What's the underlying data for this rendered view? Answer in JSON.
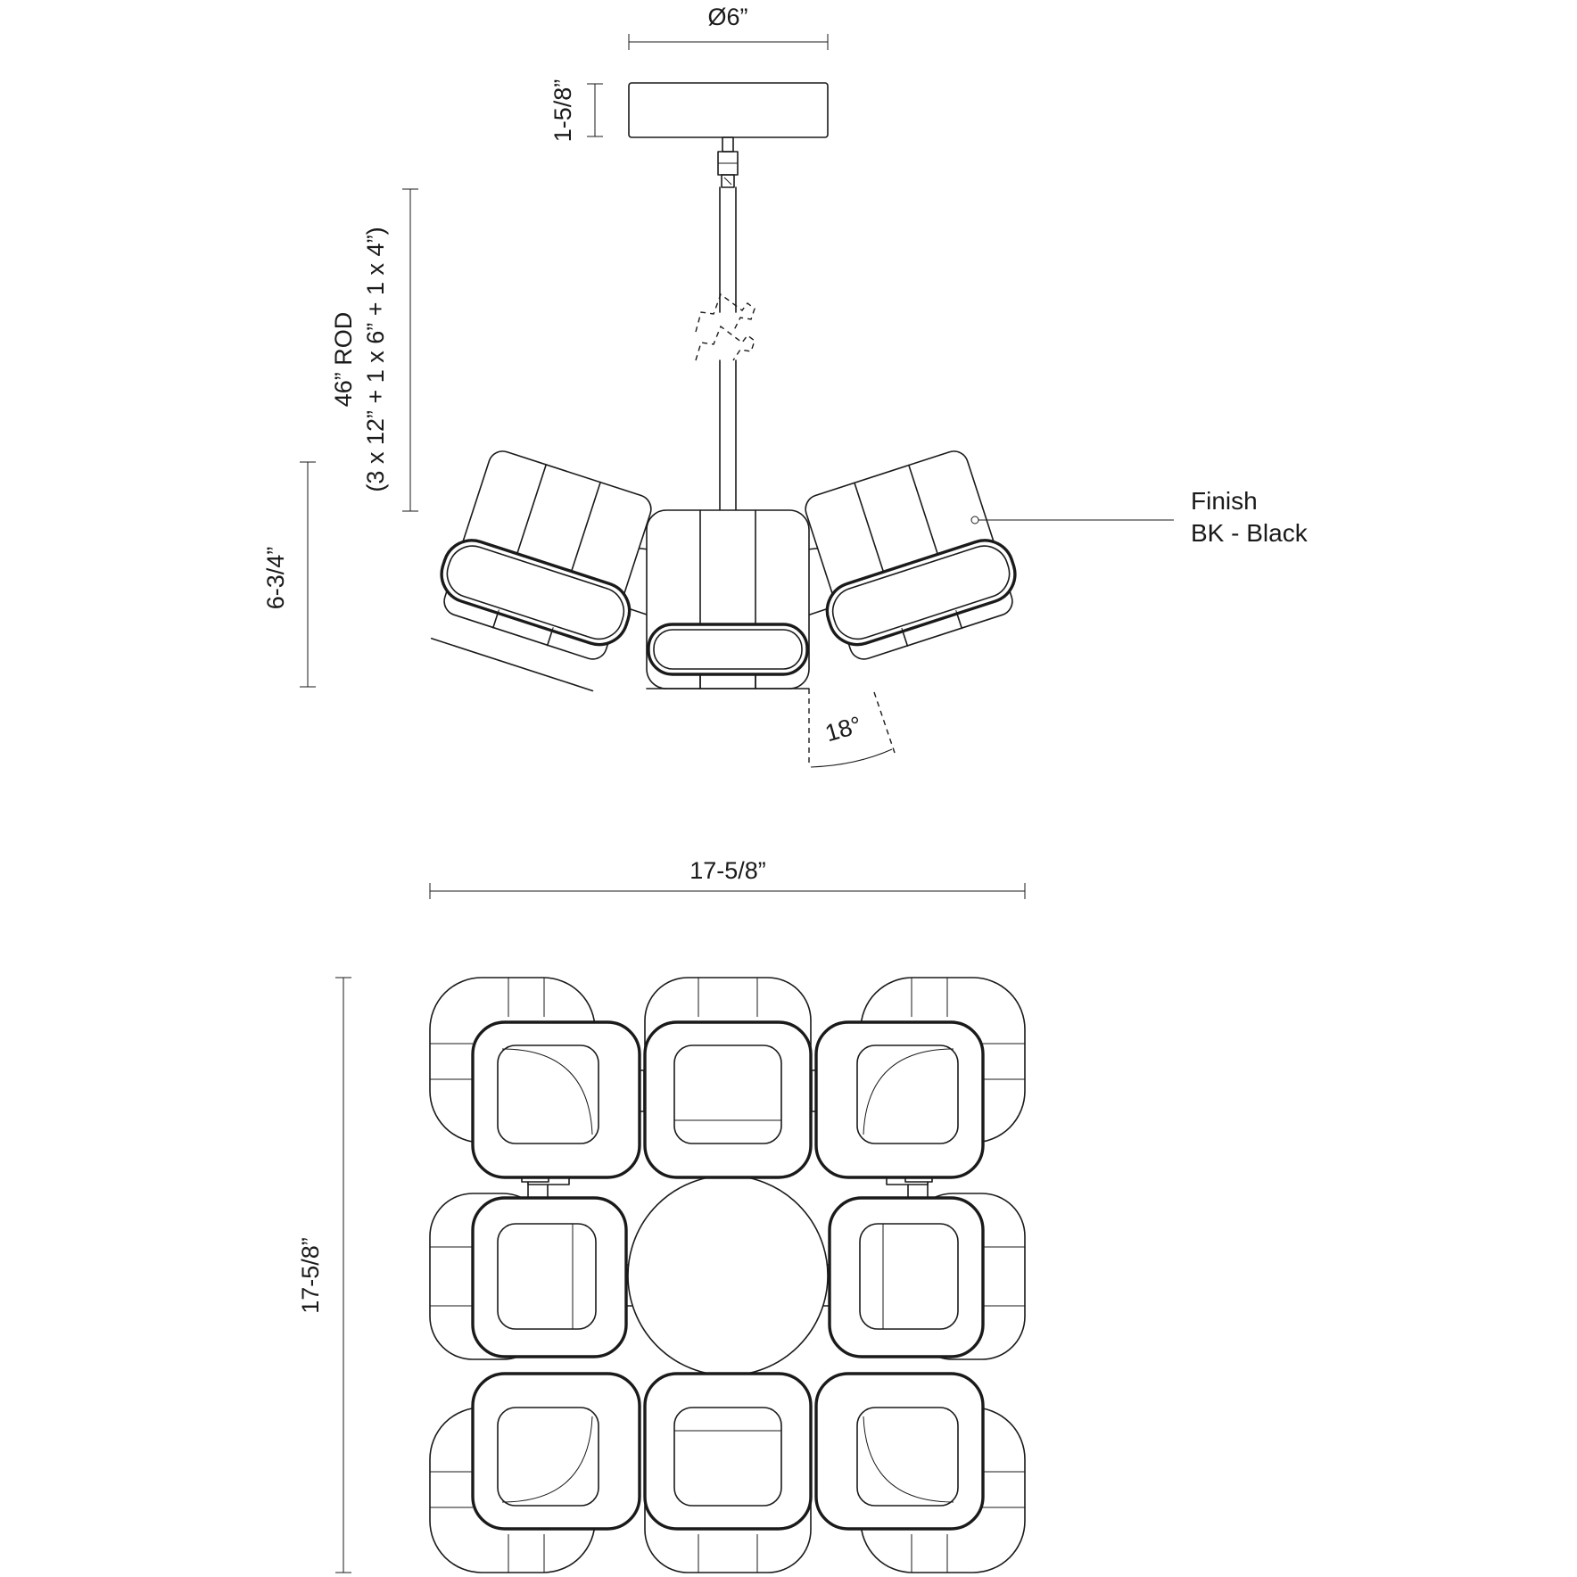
{
  "dimensions": {
    "canopy_diameter": "Ø6”",
    "canopy_height": "1-5/8”",
    "rod_length": "46” ROD",
    "rod_breakdown": "(3 x 12” + 1 x 6” + 1 x 4”)",
    "shade_height": "6-3/4”",
    "tilt_angle": "18°",
    "top_width": "17-5/8”",
    "top_depth": "17-5/8”"
  },
  "finish": {
    "label": "Finish",
    "value": "BK - Black"
  }
}
